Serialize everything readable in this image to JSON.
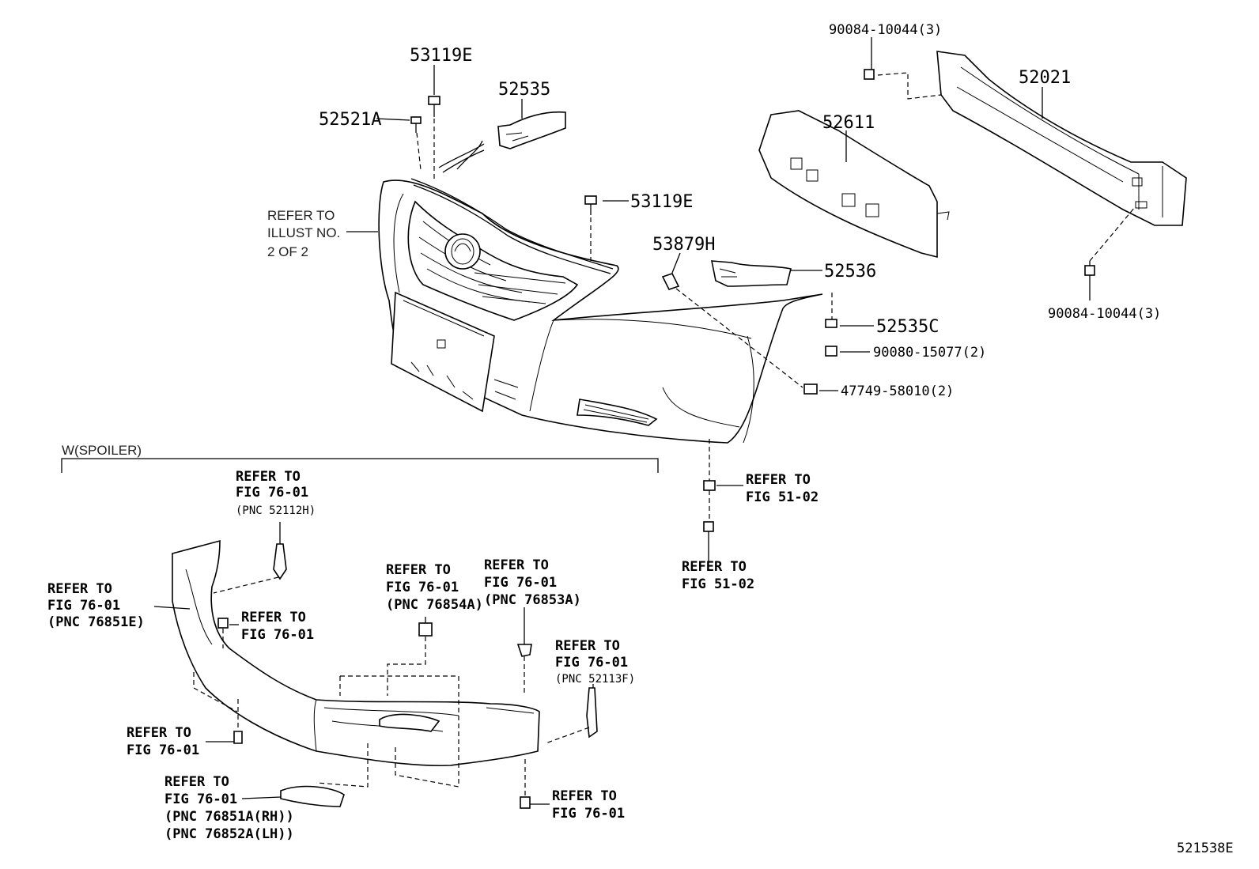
{
  "labels": {
    "p53119e_top": "53119E",
    "p52535": "52535",
    "p52521a": "52521A",
    "p53119e_mid": "53119E",
    "p90084_top": "90084-10044(3)",
    "p52021": "52021",
    "p52611": "52611",
    "p53879h": "53879H",
    "p52536": "52536",
    "p52535c": "52535C",
    "p90080": "90080-15077(2)",
    "p47749": "47749-58010(2)",
    "p90084_bot": "90084-10044(3)",
    "refer_illust_1": "REFER TO",
    "refer_illust_2": "ILLUST NO.",
    "refer_illust_3": "2 OF 2",
    "spoiler_heading": "W(SPOILER)",
    "refer_5102_a1": "REFER TO",
    "refer_5102_a2": "FIG 51-02",
    "refer_5102_b1": "REFER TO",
    "refer_5102_b2": "FIG 51-02",
    "r_52112h_1": "REFER TO",
    "r_52112h_2": "FIG 76-01",
    "r_52112h_3": "(PNC 52112H)",
    "r_76851e_1": "REFER TO",
    "r_76851e_2": "FIG 76-01",
    "r_76851e_3": "(PNC 76851E)",
    "r_clip1_1": "REFER TO",
    "r_clip1_2": "FIG 76-01",
    "r_76854a_1": "REFER TO",
    "r_76854a_2": "FIG 76-01",
    "r_76854a_3": "(PNC 76854A)",
    "r_76853a_1": "REFER TO",
    "r_76853a_2": "FIG 76-01",
    "r_76853a_3": "(PNC 76853A)",
    "r_52113f_1": "REFER TO",
    "r_52113f_2": "FIG 76-01",
    "r_52113f_3": "(PNC 52113F)",
    "r_clip2_1": "REFER TO",
    "r_clip2_2": "FIG 76-01",
    "r_76851a_1": "REFER TO",
    "r_76851a_2": "FIG 76-01",
    "r_76851a_3": "(PNC 76851A(RH))",
    "r_76851a_4": "(PNC 76852A(LH))",
    "r_clip3_1": "REFER TO",
    "r_clip3_2": "FIG 76-01",
    "figure_id": "521538E"
  }
}
